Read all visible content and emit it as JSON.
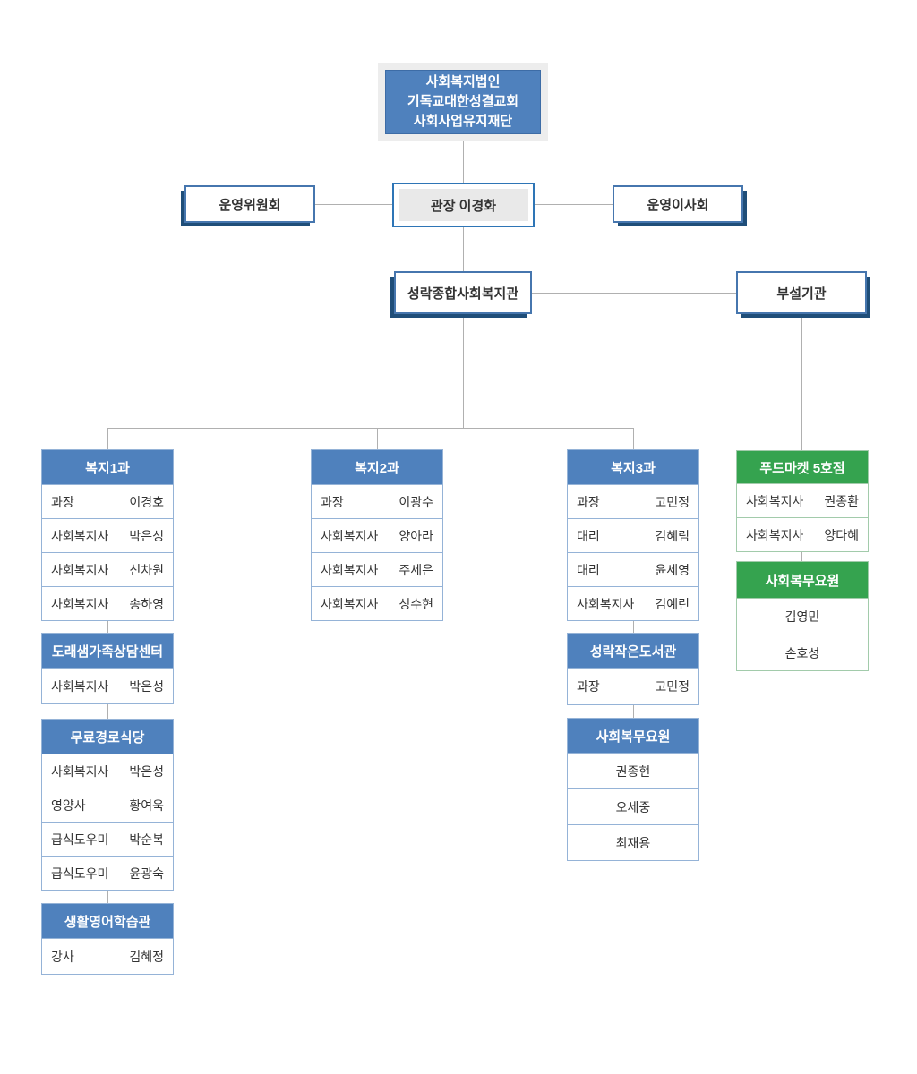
{
  "colors": {
    "header_blue": "#4f81bd",
    "header_green": "#35a34f",
    "box_border_blue": "#4676ae",
    "shadow_navy": "#1f4e79",
    "connector_gray": "#b0b0b0",
    "director_fill_gray": "#e9e9e9"
  },
  "root_box": {
    "lines": [
      "사회복지법인",
      "기독교대한성결교회",
      "사회사업유지재단"
    ]
  },
  "level2": {
    "left": "운영위원회",
    "center": "관장 이경화",
    "right": "운영이사회"
  },
  "level3": {
    "main": "성락종합사회복지관",
    "branch": "부설기관"
  },
  "tables": {
    "dept1": {
      "title": "복지1과",
      "rows": [
        {
          "role": "과장",
          "name": "이경호"
        },
        {
          "role": "사회복지사",
          "name": "박은성"
        },
        {
          "role": "사회복지사",
          "name": "신차원"
        },
        {
          "role": "사회복지사",
          "name": "송하영"
        }
      ]
    },
    "counsel_center": {
      "title": "도래샘가족상담센터",
      "rows": [
        {
          "role": "사회복지사",
          "name": "박은성"
        }
      ]
    },
    "free_cafeteria": {
      "title": "무료경로식당",
      "rows": [
        {
          "role": "사회복지사",
          "name": "박은성"
        },
        {
          "role": "영양사",
          "name": "황여욱"
        },
        {
          "role": "급식도우미",
          "name": "박순복"
        },
        {
          "role": "급식도우미",
          "name": "윤광숙"
        }
      ]
    },
    "english_class": {
      "title": "생활영어학습관",
      "rows": [
        {
          "role": "강사",
          "name": "김혜정"
        }
      ]
    },
    "dept2": {
      "title": "복지2과",
      "rows": [
        {
          "role": "과장",
          "name": "이광수"
        },
        {
          "role": "사회복지사",
          "name": "양아라"
        },
        {
          "role": "사회복지사",
          "name": "주세은"
        },
        {
          "role": "사회복지사",
          "name": "성수현"
        }
      ]
    },
    "dept3": {
      "title": "복지3과",
      "rows": [
        {
          "role": "과장",
          "name": "고민정"
        },
        {
          "role": "대리",
          "name": "김혜림"
        },
        {
          "role": "대리",
          "name": "윤세영"
        },
        {
          "role": "사회복지사",
          "name": "김예린"
        }
      ]
    },
    "library": {
      "title": "성락작은도서관",
      "rows": [
        {
          "role": "과장",
          "name": "고민정"
        }
      ]
    },
    "service_agents_main": {
      "title": "사회복무요원",
      "names": [
        "권종현",
        "오세중",
        "최재용"
      ]
    },
    "foodmarket": {
      "title": "푸드마켓 5호점",
      "rows": [
        {
          "role": "사회복지사",
          "name": "권종환"
        },
        {
          "role": "사회복지사",
          "name": "양다혜"
        }
      ]
    },
    "service_agents_branch": {
      "title": "사회복무요원",
      "names": [
        "김영민",
        "손호성"
      ]
    }
  }
}
